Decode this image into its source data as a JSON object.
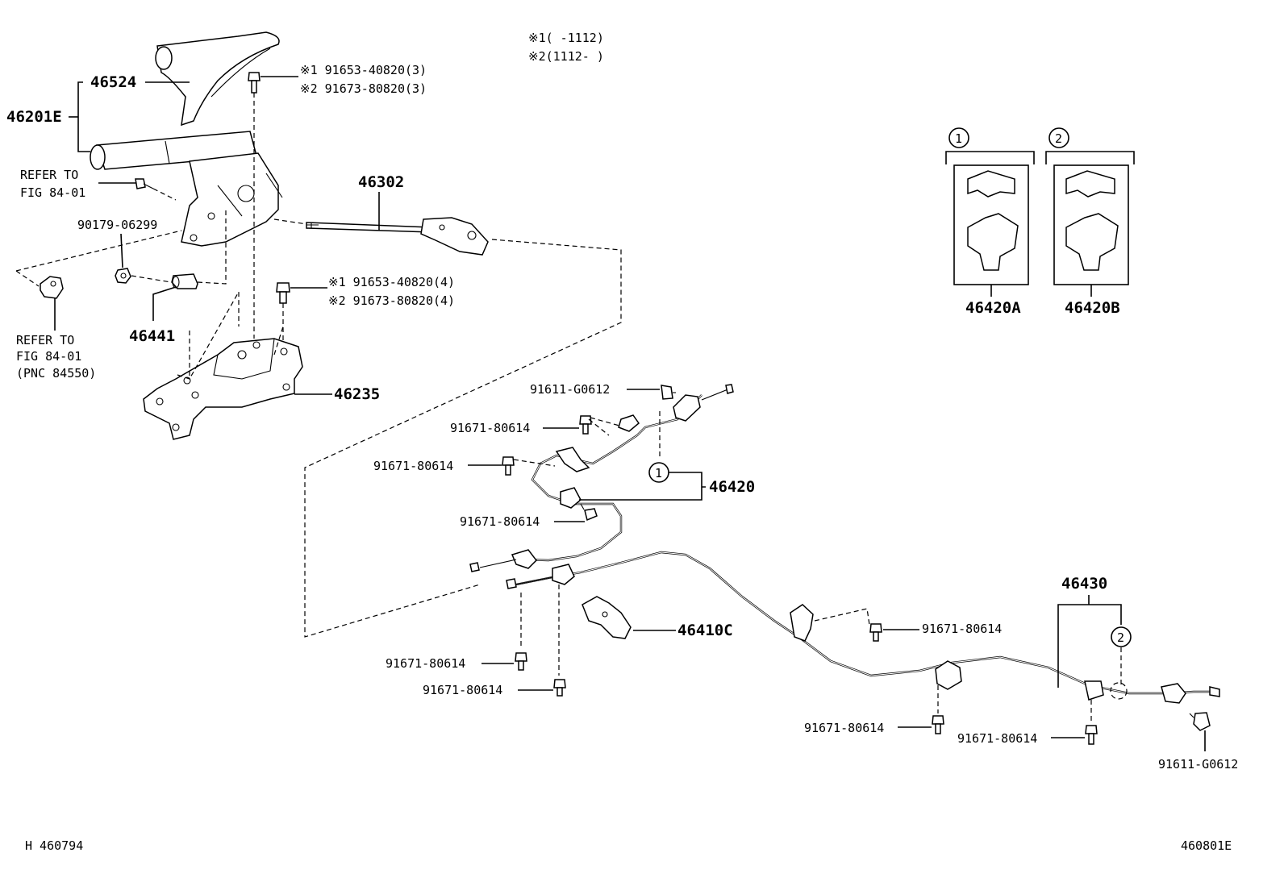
{
  "legend": {
    "row1": "※1(      -1112)",
    "row2": "※2(1112-      )"
  },
  "labels": {
    "handle_cover": "46524",
    "lever_sub_assy": "46201E",
    "cover_bolt_1": "※1 91653-40820(3)",
    "cover_bolt_2": "※2 91673-80820(3)",
    "refer_top_line1": "REFER TO",
    "refer_top_line2": "FIG 84-01",
    "nut": "90179-06299",
    "rod": "46302",
    "base_bolt_1": "※1 91653-40820(4)",
    "base_bolt_2": "※2 91673-80820(4)",
    "refer_bot_line1": "REFER TO",
    "refer_bot_line2": "FIG 84-01",
    "refer_bot_line3": "(PNC 84550)",
    "boot": "46441",
    "bracket": "46235",
    "bolt_g_top": "91611-G0612",
    "bolt_a": "91671-80614",
    "bolt_b": "91671-80614",
    "bolt_c": "91671-80614",
    "cable_front": "46420",
    "clamp": "46410C",
    "bolt_d": "91671-80614",
    "bolt_e": "91671-80614",
    "bolt_f": "91671-80614",
    "cable_rear": "46430",
    "bolt_g": "91671-80614",
    "bolt_h": "91671-80614",
    "bolt_g_bottom": "91611-G0612",
    "variant_1_marker": "1",
    "variant_2_marker": "2",
    "variant_1_part": "46420A",
    "variant_2_part": "46420B",
    "marker_front": "1",
    "marker_rear": "2"
  },
  "footer": {
    "left_code": "H 460794",
    "right_code": "460801E"
  }
}
